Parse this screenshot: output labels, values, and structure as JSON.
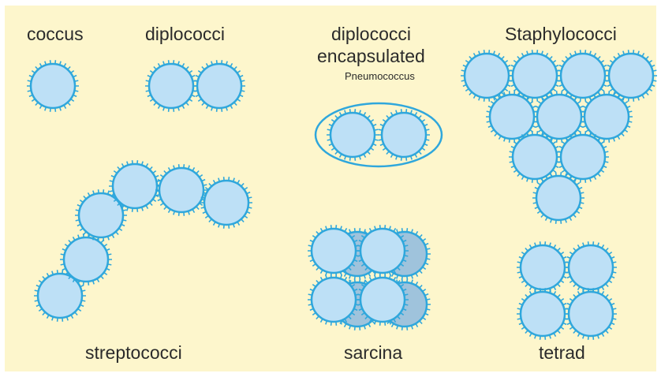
{
  "colors": {
    "background": "#fdf6cc",
    "cell_fill": "#bde0f6",
    "cell_fill_back": "#9fc3dc",
    "cell_stroke": "#2fa7dc",
    "text": "#2b2b2b"
  },
  "labels": {
    "coccus": "coccus",
    "diplococci": "diplococci",
    "diplococci_encapsulated_line1": "diplococci",
    "diplococci_encapsulated_line2": "encapsulated",
    "pneumococcus": "Pneumococcus",
    "staphylococci": "Staphylococci",
    "streptococci": "streptococci",
    "sarcina": "sarcina",
    "tetrad": "tetrad"
  }
}
